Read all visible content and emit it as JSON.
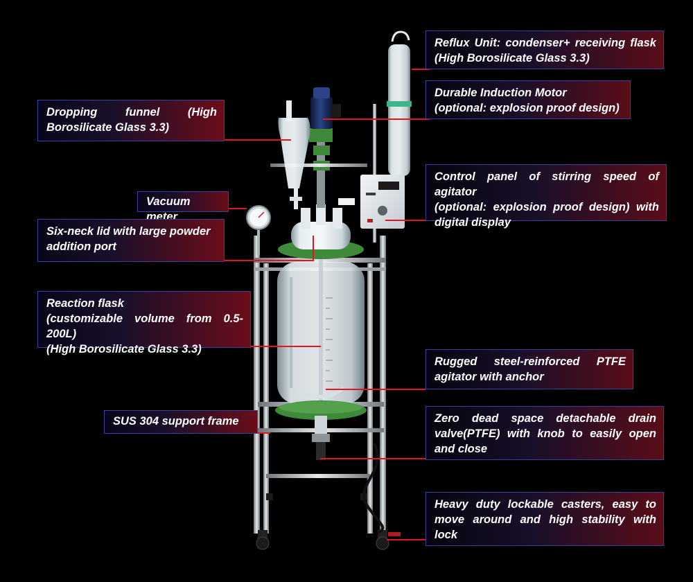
{
  "callouts": {
    "reflux": [
      "Reflux Unit: condenser+ receiving flask",
      "(High Borosilicate Glass 3.3)"
    ],
    "motor": [
      "Durable Induction Motor",
      "(optional: explosion proof design)"
    ],
    "dropping_funnel": [
      "Dropping funnel (High",
      "Borosilicate Glass 3.3)"
    ],
    "control_panel": [
      "Control panel of stirring speed of agitator",
      "(optional: explosion proof design) with",
      "digital display"
    ],
    "vacuum_meter": [
      "Vacuum meter"
    ],
    "six_neck": [
      "Six-neck lid with large powder",
      "addition port"
    ],
    "reaction_flask": [
      "Reaction flask",
      "(customizable volume from 0.5-200L)",
      "(High Borosilicate Glass 3.3)"
    ],
    "agitator": [
      "Rugged steel-reinforced PTFE",
      "agitator with anchor"
    ],
    "frame": [
      "SUS 304 support frame"
    ],
    "drain_valve": [
      "Zero dead space detachable drain",
      "valve(PTFE) with knob to easily open",
      "and close"
    ],
    "casters": [
      "Heavy duty lockable casters, easy to",
      "move around and high stability with",
      "lock"
    ]
  },
  "colors": {
    "background": "#000000",
    "leader_line": "#e0151f",
    "box_border": "#3a3f9a",
    "glass_highlight": "#dfe6ea",
    "green_fitting": "#3f8a3a",
    "motor_blue": "#1b2d63"
  }
}
